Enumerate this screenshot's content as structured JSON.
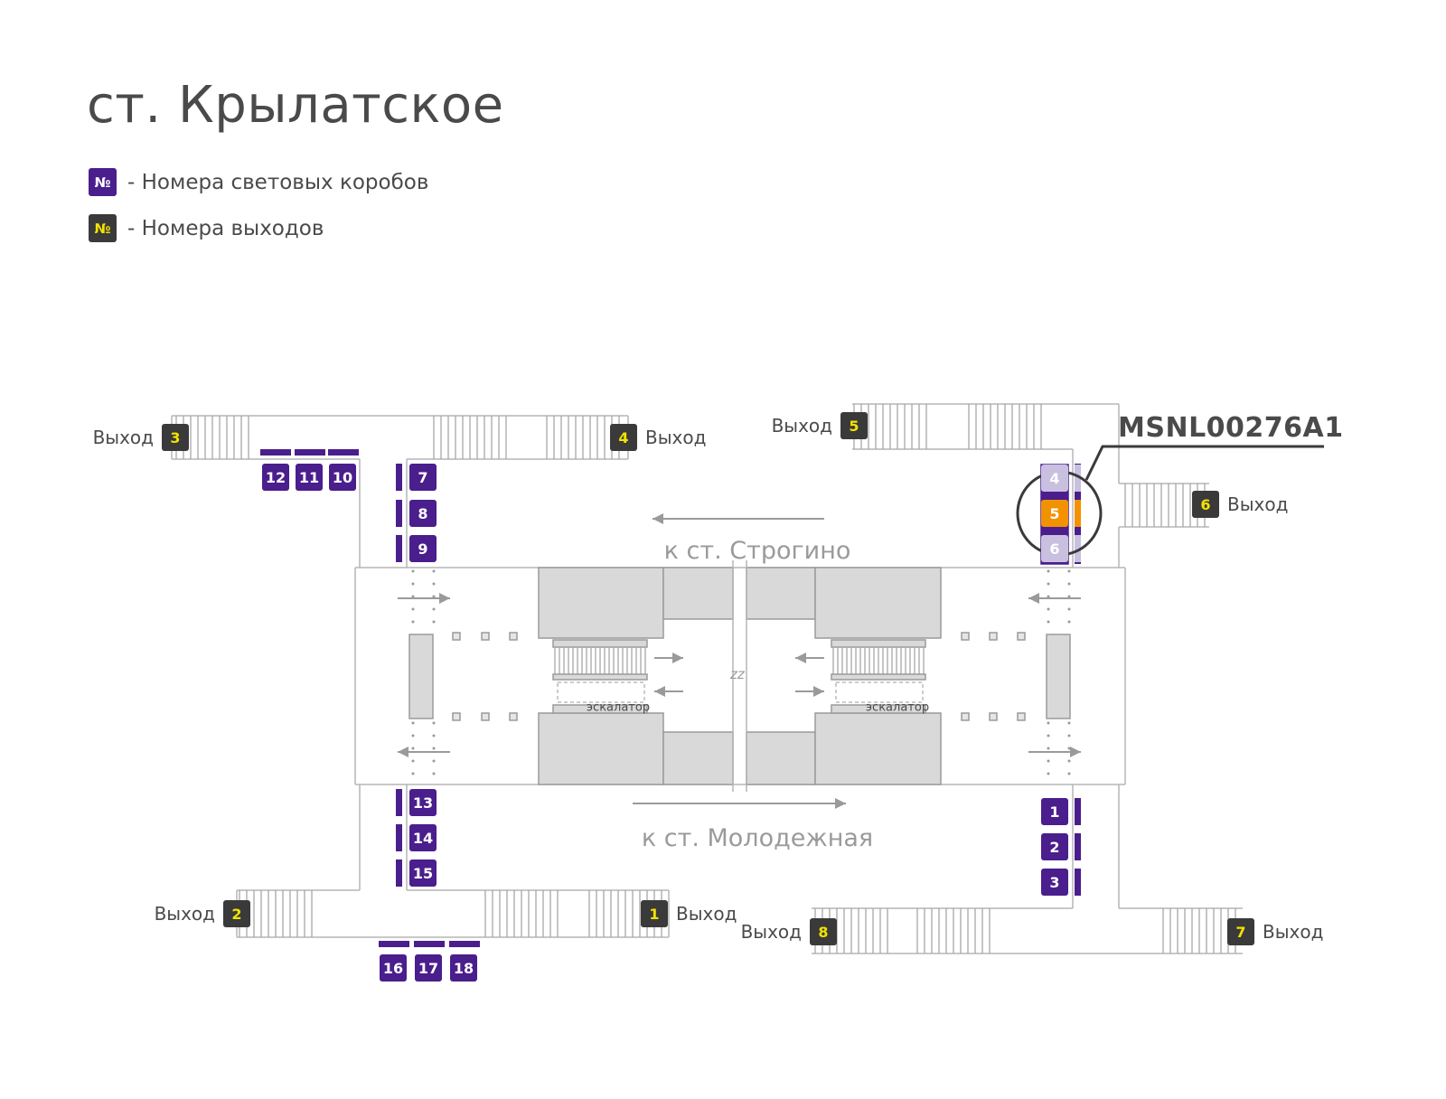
{
  "title": "ст. Крылатское",
  "legend": {
    "lightbox_symbol": "№",
    "lightbox_text": "- Номера световых коробов",
    "exit_symbol": "№",
    "exit_text": "- Номера выходов"
  },
  "directions": {
    "top": "к ст. Строгино",
    "bottom": "к ст. Молодежная"
  },
  "escalator_label": "эскалатор",
  "zz_label": "zz",
  "highlight": {
    "code": "MSNL00276A1",
    "box": "5-right"
  },
  "exit_word": "Выход",
  "exits": [
    "1",
    "2",
    "3",
    "4",
    "5",
    "6",
    "7",
    "8"
  ],
  "lightboxes": [
    "1",
    "2",
    "3",
    "4",
    "5",
    "6",
    "7",
    "8",
    "9",
    "10",
    "11",
    "12",
    "13",
    "14",
    "15",
    "16",
    "17",
    "18"
  ],
  "colors": {
    "lightbox": "#4a1e8c",
    "lightbox_faded": "#c9c0e0",
    "highlight": "#f39200",
    "exit_badge": "#3a3a3a",
    "exit_number": "#f2e200",
    "structure": "#d9d9d9",
    "wall": "#9a9a9a"
  }
}
